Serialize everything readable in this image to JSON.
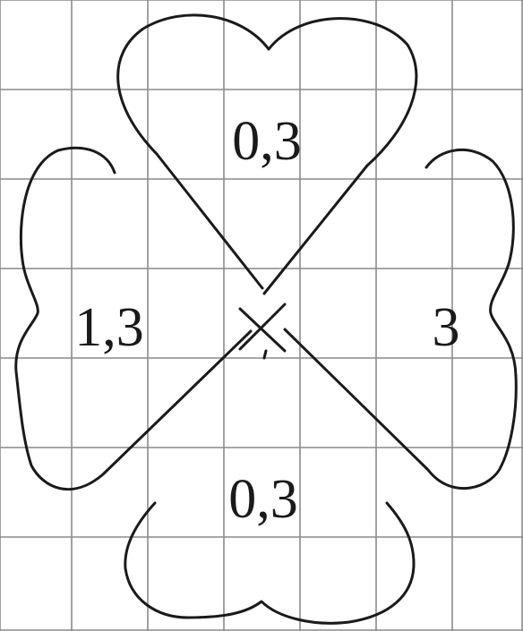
{
  "diagram": {
    "grid": {
      "columns": 7,
      "rows": 7
    },
    "petals": [
      {
        "id": "top",
        "label": "0,3"
      },
      {
        "id": "left",
        "label": "1,3"
      },
      {
        "id": "right",
        "label": "3"
      },
      {
        "id": "bottom",
        "label": "0,3"
      }
    ],
    "colors": {
      "grid": "#8a8a8a",
      "stroke": "#1a1a1a",
      "background": "#ffffff"
    }
  }
}
